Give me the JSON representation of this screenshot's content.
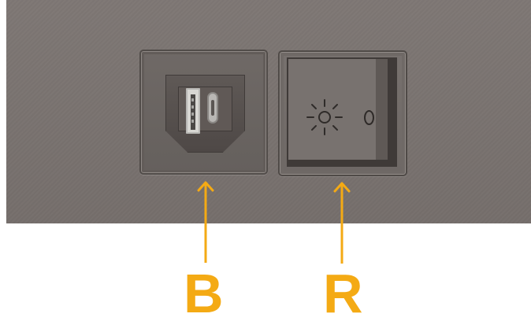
{
  "labels": {
    "left": "B",
    "right": "R"
  },
  "switch": {
    "symbols": {
      "light": "sun-icon",
      "off": "0"
    }
  },
  "ports": {
    "left": "usb-a-port",
    "right": "usb-c-port"
  },
  "colors": {
    "panel": "#7a7370",
    "accent": "#f4aa14"
  }
}
